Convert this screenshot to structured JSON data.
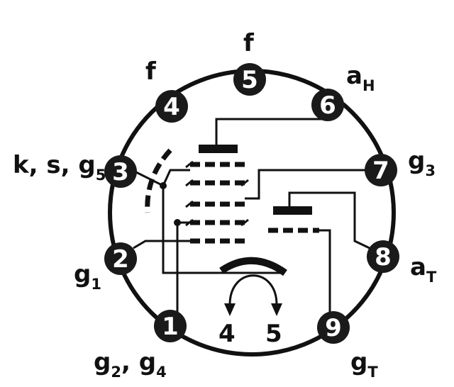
{
  "pins": [
    {
      "id": "1",
      "label_main": "g",
      "label_sub": "2",
      "label_mid": ", g",
      "label_sub2": "4"
    },
    {
      "id": "2",
      "label_main": "g",
      "label_sub": "1"
    },
    {
      "id": "3",
      "label_main": "k, s, g",
      "label_sub": "5"
    },
    {
      "id": "4",
      "label_main": "f",
      "label_sub": ""
    },
    {
      "id": "5",
      "label_main": "f",
      "label_sub": ""
    },
    {
      "id": "6",
      "label_main": "a",
      "label_sub": "H"
    },
    {
      "id": "7",
      "label_main": "g",
      "label_sub": "3"
    },
    {
      "id": "8",
      "label_main": "a",
      "label_sub": "T"
    },
    {
      "id": "9",
      "label_main": "g",
      "label_sub": "T"
    }
  ],
  "heater_arrows": {
    "left": "4",
    "right": "5"
  },
  "colors": {
    "ink": "#111111",
    "pin_fill": "#1a1a1a",
    "pin_text": "#ffffff"
  }
}
